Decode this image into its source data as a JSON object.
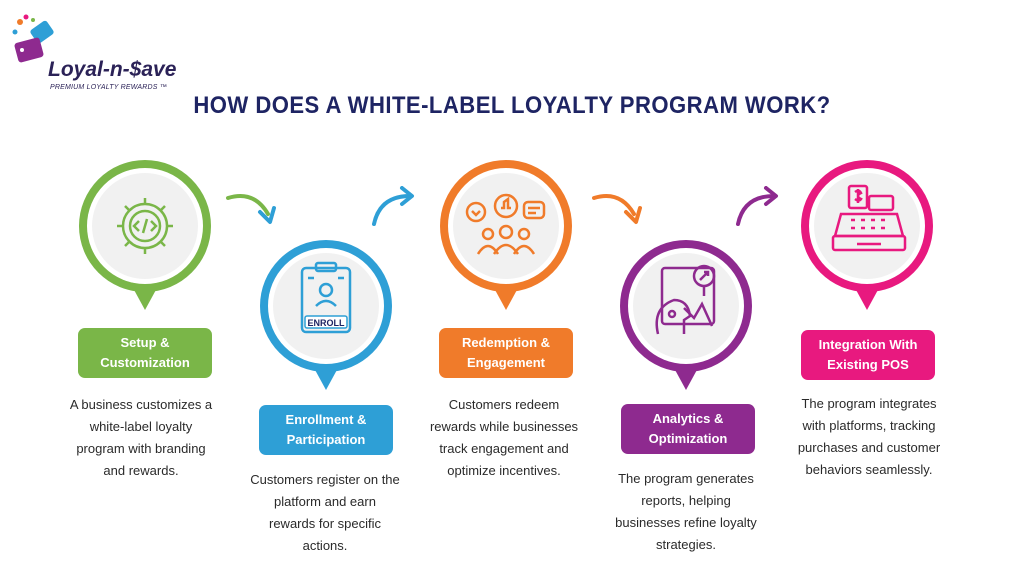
{
  "brand": {
    "name": "Loyal-n-$ave",
    "tagline": "PREMIUM LOYALTY REWARDS ™"
  },
  "title": "HOW DOES A WHITE-LABEL LOYALTY PROGRAM WORK?",
  "steps": [
    {
      "label": "Setup & Customization",
      "description": "A business customizes a white-label loyalty program with branding and rewards.",
      "color": "#7ab648",
      "icon": "gear-code-icon"
    },
    {
      "label": "Enrollment & Participation",
      "description": "Customers register on the platform and earn rewards for specific actions.",
      "color": "#2e9fd6",
      "icon": "enroll-clipboard-icon",
      "badge": "ENROLL"
    },
    {
      "label": "Redemption & Engagement",
      "description": "Customers redeem rewards while businesses track engagement and optimize incentives.",
      "color": "#f07b2a",
      "icon": "engagement-people-icon"
    },
    {
      "label": "Analytics & Optimization",
      "description": "The program generates reports, helping businesses refine loyalty strategies.",
      "color": "#8e2a8f",
      "icon": "analytics-head-icon"
    },
    {
      "label": "Integration With Existing POS",
      "description": "The program integrates with platforms, tracking purchases and customer behaviors seamlessly.",
      "color": "#e8197f",
      "icon": "cash-register-icon"
    }
  ]
}
